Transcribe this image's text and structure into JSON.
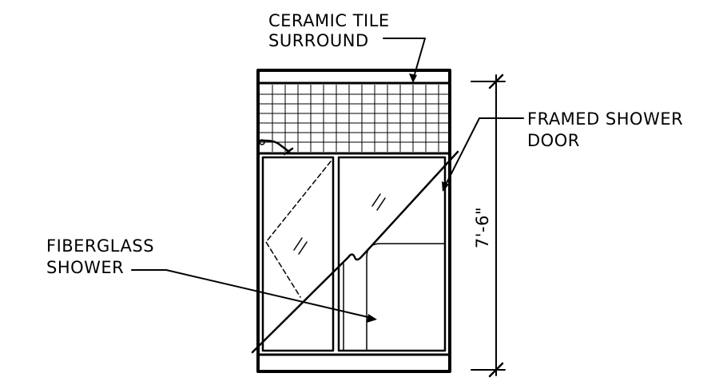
{
  "labels": {
    "tile_line1": "CERAMIC TILE",
    "tile_line2": "SURROUND",
    "door_line1": "FRAMED SHOWER",
    "door_line2": "DOOR",
    "shower_line1": "FIBERGLASS",
    "shower_line2": "SHOWER"
  },
  "dimension": {
    "height": "7'-6\""
  },
  "colors": {
    "ink": "#000000",
    "paper": "#ffffff"
  }
}
